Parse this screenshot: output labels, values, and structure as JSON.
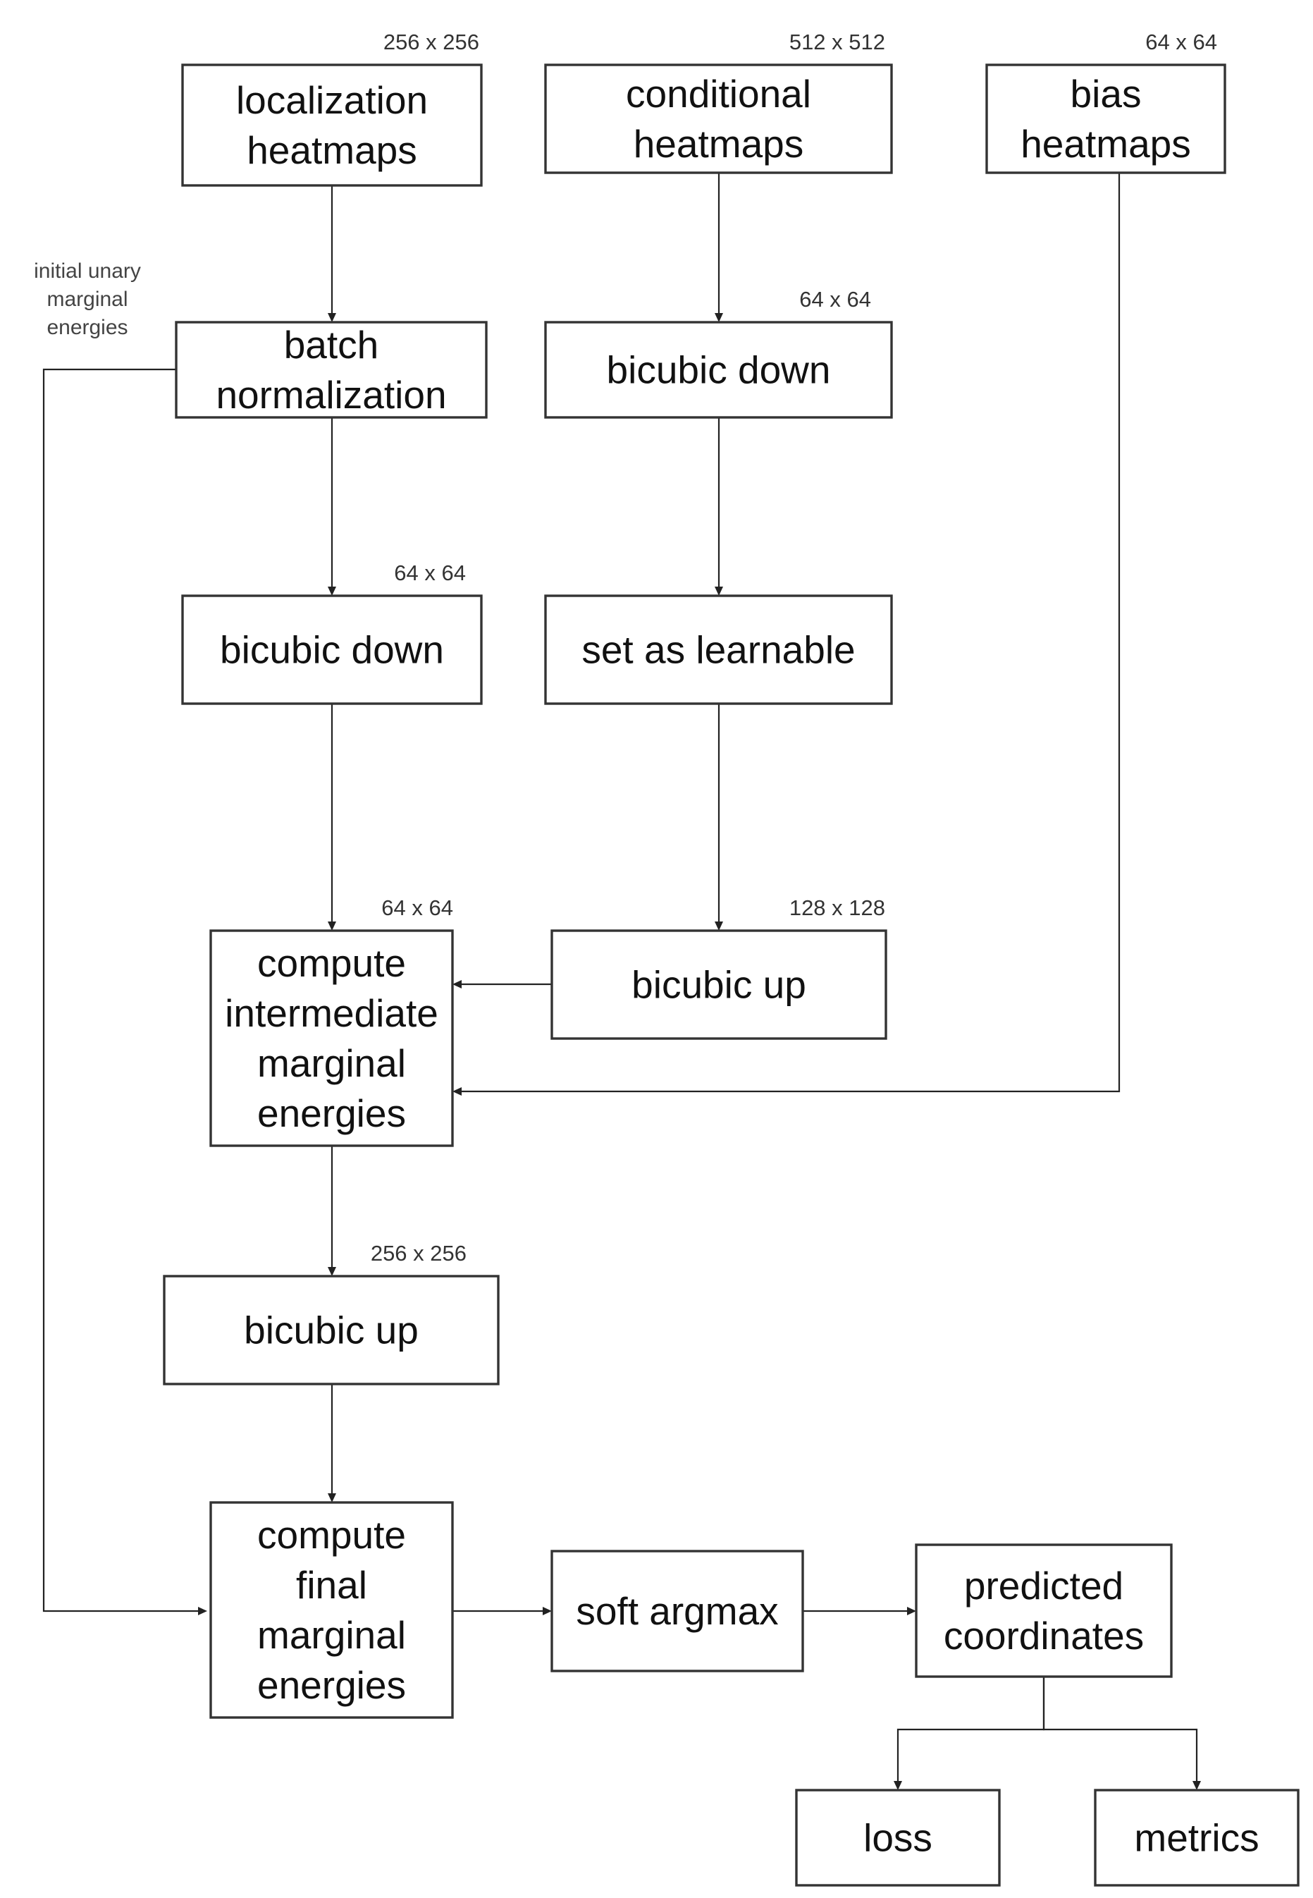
{
  "nodes": {
    "localization_heatmaps": {
      "lines": [
        "localization",
        "heatmaps"
      ]
    },
    "conditional_heatmaps": {
      "lines": [
        "conditional",
        "heatmaps"
      ]
    },
    "bias_heatmaps": {
      "lines": [
        "bias",
        "heatmaps"
      ]
    },
    "batch_normalization": {
      "lines": [
        "batch",
        "normalization"
      ]
    },
    "bicubic_down_right": {
      "lines": [
        "bicubic down"
      ]
    },
    "bicubic_down_left": {
      "lines": [
        "bicubic down"
      ]
    },
    "set_as_learnable": {
      "lines": [
        "set as learnable"
      ]
    },
    "bicubic_up_right": {
      "lines": [
        "bicubic up"
      ]
    },
    "compute_intermediate": {
      "lines": [
        "compute",
        "intermediate",
        "marginal",
        "energies"
      ]
    },
    "bicubic_up_left": {
      "lines": [
        "bicubic up"
      ]
    },
    "compute_final": {
      "lines": [
        "compute",
        "final",
        "marginal",
        "energies"
      ]
    },
    "soft_argmax": {
      "lines": [
        "soft argmax"
      ]
    },
    "predicted_coordinates": {
      "lines": [
        "predicted",
        "coordinates"
      ]
    },
    "loss": {
      "lines": [
        "loss"
      ]
    },
    "metrics": {
      "lines": [
        "metrics"
      ]
    }
  },
  "dimension_labels": {
    "localization_in": "256 x 256",
    "conditional_in": "512 x 512",
    "bias_in": "64 x 64",
    "conditional_down": "64 x 64",
    "localization_down": "64 x 64",
    "intermediate_in": "64 x 64",
    "learnable_up": "128 x 128",
    "final_up": "256 x 256"
  },
  "side_label": {
    "lines": [
      "initial unary",
      "marginal",
      "energies"
    ]
  },
  "edges": [
    {
      "from": "localization_heatmaps",
      "to": "batch_normalization"
    },
    {
      "from": "batch_normalization",
      "to": "bicubic_down_left"
    },
    {
      "from": "bicubic_down_left",
      "to": "compute_intermediate"
    },
    {
      "from": "conditional_heatmaps",
      "to": "bicubic_down_right"
    },
    {
      "from": "bicubic_down_right",
      "to": "set_as_learnable"
    },
    {
      "from": "set_as_learnable",
      "to": "bicubic_up_right"
    },
    {
      "from": "bicubic_up_right",
      "to": "compute_intermediate"
    },
    {
      "from": "bias_heatmaps",
      "to": "compute_intermediate"
    },
    {
      "from": "compute_intermediate",
      "to": "bicubic_up_left"
    },
    {
      "from": "bicubic_up_left",
      "to": "compute_final"
    },
    {
      "from": "batch_normalization",
      "to": "compute_final"
    },
    {
      "from": "compute_final",
      "to": "soft_argmax"
    },
    {
      "from": "soft_argmax",
      "to": "predicted_coordinates"
    },
    {
      "from": "predicted_coordinates",
      "to": "loss"
    },
    {
      "from": "predicted_coordinates",
      "to": "metrics"
    }
  ]
}
